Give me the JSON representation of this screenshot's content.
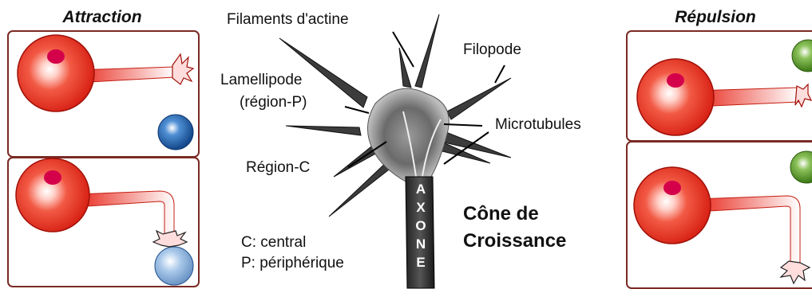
{
  "left_panel": {
    "title": "Attraction"
  },
  "right_panel": {
    "title": "Répulsion"
  },
  "center": {
    "labels": {
      "actin": "Filaments d'actine",
      "filopode": "Filopode",
      "lamellipode_line1": "Lamellipode",
      "lamellipode_line2": "(région-P)",
      "microtubules": "Microtubules",
      "region_c": "Région-C"
    },
    "axone_letters": [
      "A",
      "X",
      "O",
      "N",
      "E"
    ],
    "legend_central": "C: central",
    "legend_peripheral": "P: périphérique",
    "title_line1": "Cône de",
    "title_line2": "Croissance"
  },
  "colors": {
    "neuron_red": "#e8281c",
    "nucleus": "#d4004a",
    "attractant_blue": "#1f5fae",
    "attractant_light": "#8fb6df",
    "repellent_green": "#5c9a2a",
    "panel_border": "#7a2a24"
  }
}
